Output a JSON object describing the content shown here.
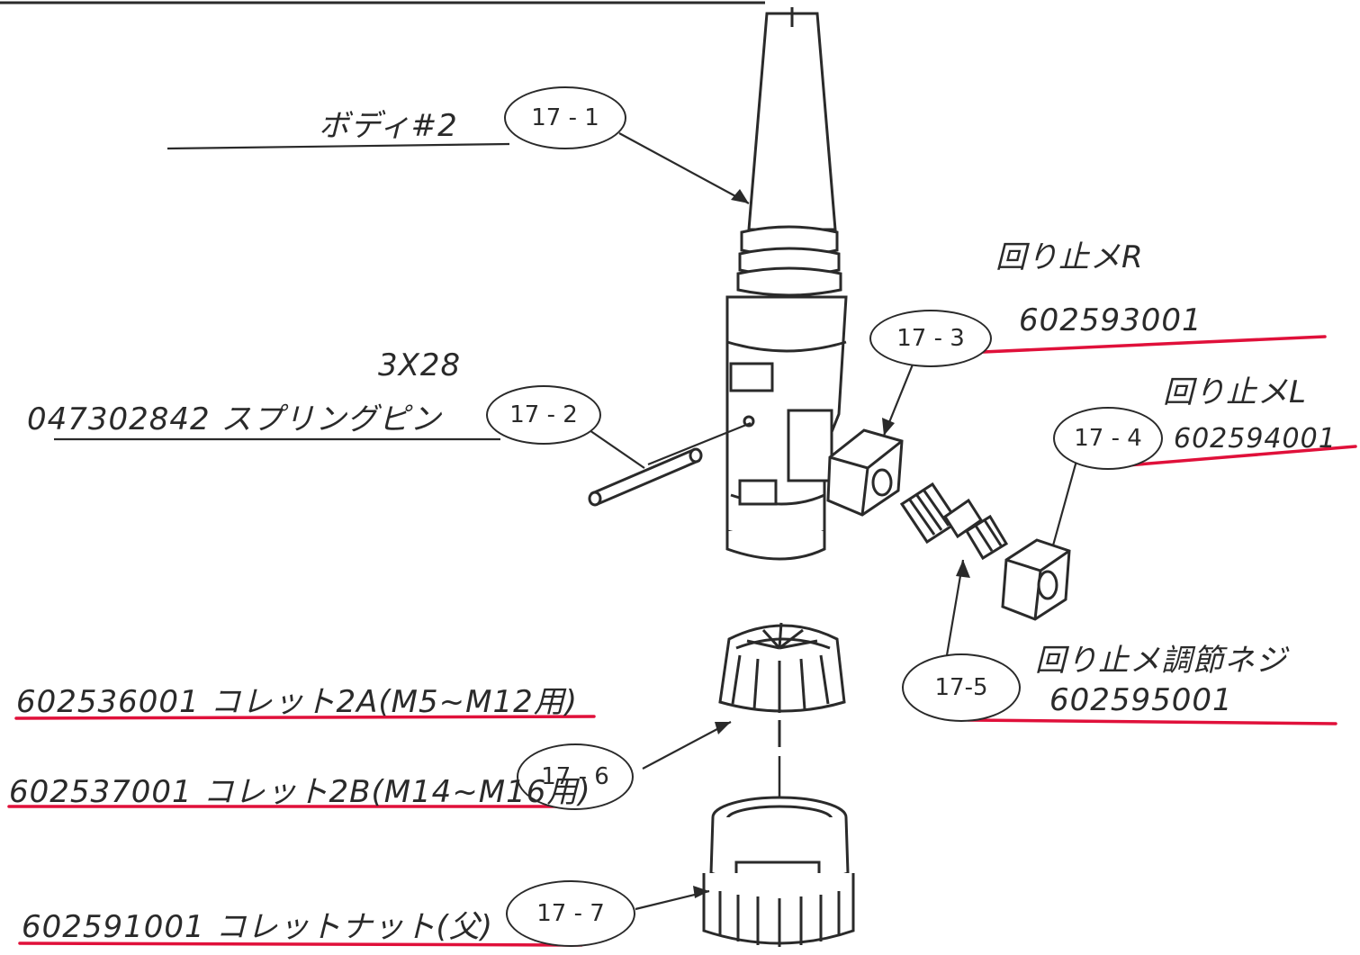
{
  "callouts": {
    "c1": "17 - 1",
    "c2": "17 - 2",
    "c3": "17 - 3",
    "c4": "17 - 4",
    "c5": "17-5",
    "c6": "17 - 6",
    "c7": "17 - 7"
  },
  "parts": {
    "body": {
      "name": "ボディ#2"
    },
    "spring_pin": {
      "size": "3X28",
      "label": "047302842 スプリングピン"
    },
    "stopper_r": {
      "name": "回り止メR",
      "code": "602593001"
    },
    "stopper_l": {
      "name": "回り止メL",
      "code": "602594001"
    },
    "adjust_screw": {
      "name": "回り止メ調節ネジ",
      "code": "602595001"
    },
    "collet_2a": {
      "label": "602536001 コレット2A(M5~M12用)"
    },
    "collet_2b": {
      "label": "602537001 コレット2B(M14~M16用)"
    },
    "collet_nut": {
      "label": "602591001 コレットナット(父)"
    }
  },
  "colors": {
    "ink": "#2a2a2a",
    "underline_red": "#e0103a"
  }
}
